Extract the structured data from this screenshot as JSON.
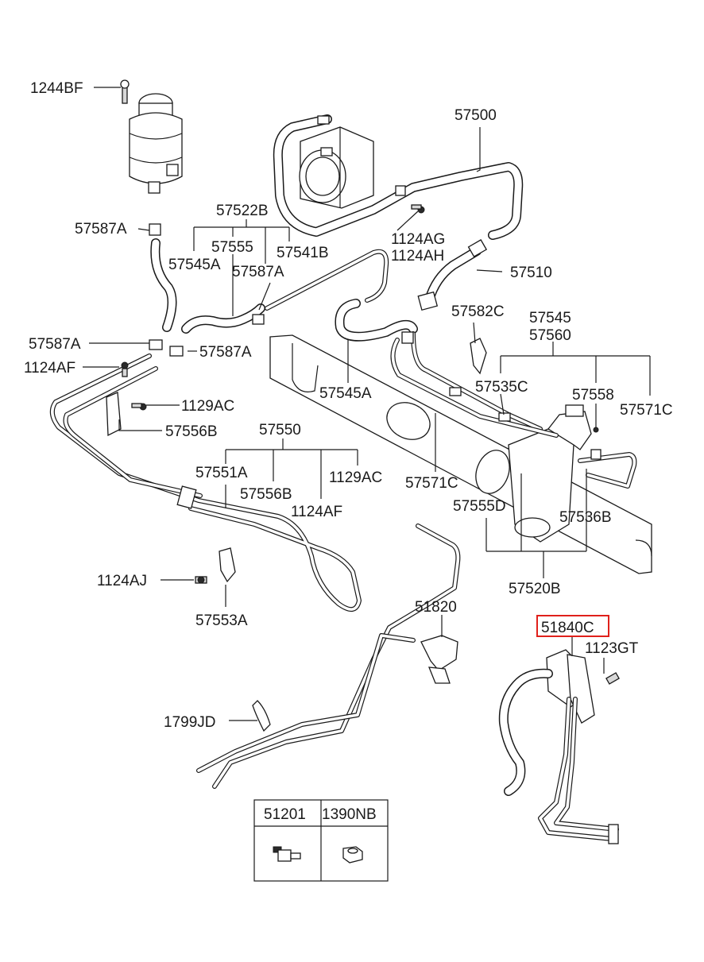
{
  "labels": {
    "p1244BF": "1244BF",
    "p57500": "57500",
    "p57522B": "57522B",
    "p57587A_1": "57587A",
    "p57555_top": "57555",
    "p57545A_1": "57545A",
    "p57541B": "57541B",
    "p57587A_2": "57587A",
    "p1124AG": "1124AG",
    "p1124AH": "1124AH",
    "p57510": "57510",
    "p57582C": "57582C",
    "p57545": "57545",
    "p57560": "57560",
    "p57587A_3": "57587A",
    "p57587A_4": "57587A",
    "p1124AF_1": "1124AF",
    "p57545A_2": "57545A",
    "p57535C": "57535C",
    "p57558": "57558",
    "p57571C_1": "57571C",
    "p1129AC_1": "1129AC",
    "p57556B_1": "57556B",
    "p57550": "57550",
    "p57551A": "57551A",
    "p57556B_2": "57556B",
    "p1129AC_2": "1129AC",
    "p1124AF_2": "1124AF",
    "p57571C_2": "57571C",
    "p57555D": "57555D",
    "p57536B": "57536B",
    "p57520B": "57520B",
    "p1124AJ": "1124AJ",
    "p57553A": "57553A",
    "p51820": "51820",
    "p51840C": "51840C",
    "p1123GT": "1123GT",
    "p1799JD": "1799JD"
  },
  "legend_table": {
    "headers": [
      "51201",
      "1390NB"
    ]
  },
  "highlight_color": "#e0201b"
}
